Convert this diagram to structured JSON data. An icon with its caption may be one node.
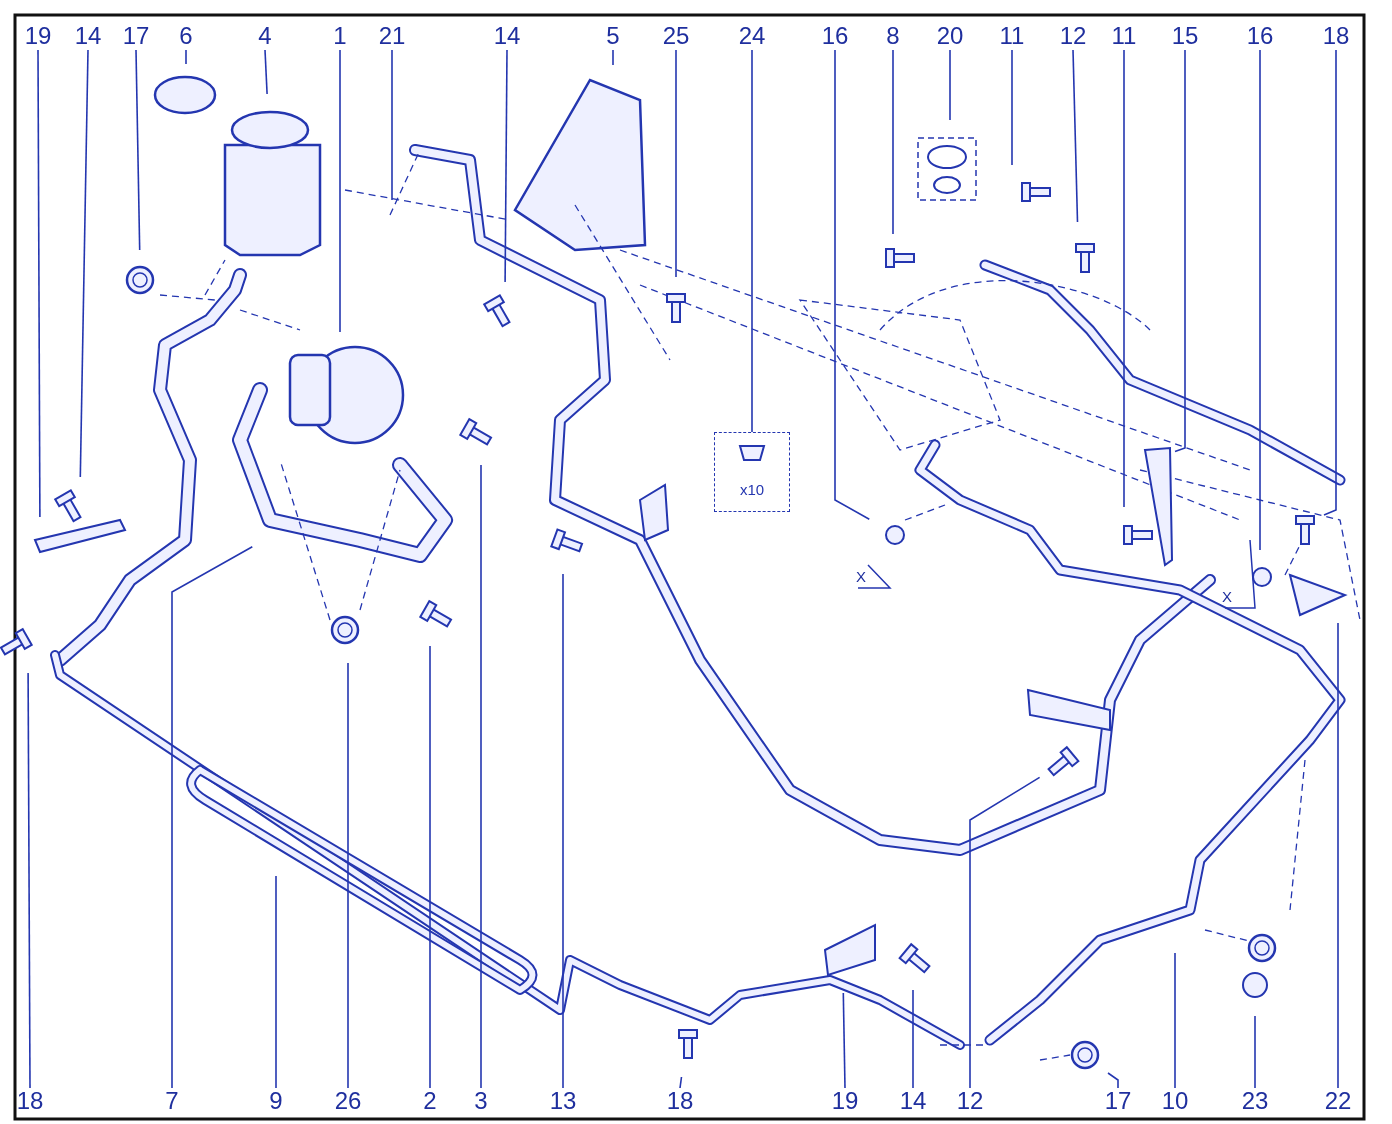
{
  "diagram": {
    "nodes": [
      {
        "text": [
          "19"
        ]
      },
      {
        "text": [
          "14"
        ]
      },
      {
        "text": [
          "17"
        ]
      },
      {
        "text": [
          "6"
        ]
      },
      {
        "text": [
          "4"
        ]
      },
      {
        "text": [
          "1"
        ]
      },
      {
        "text": [
          "21"
        ]
      },
      {
        "text": [
          "14"
        ]
      },
      {
        "text": [
          "5"
        ]
      },
      {
        "text": [
          "25"
        ]
      },
      {
        "text": [
          "24"
        ]
      },
      {
        "text": [
          "16"
        ]
      },
      {
        "text": [
          "8"
        ]
      },
      {
        "text": [
          "20"
        ]
      },
      {
        "text": [
          "11"
        ]
      },
      {
        "text": [
          "12"
        ]
      },
      {
        "text": [
          "11"
        ]
      },
      {
        "text": [
          "15"
        ]
      },
      {
        "text": [
          "16"
        ]
      },
      {
        "text": [
          "18"
        ]
      },
      {
        "text": [
          "18"
        ]
      },
      {
        "text": [
          "7"
        ]
      },
      {
        "text": [
          "9"
        ]
      },
      {
        "text": [
          "26"
        ]
      },
      {
        "text": [
          "2"
        ]
      },
      {
        "text": [
          "3"
        ]
      },
      {
        "text": [
          "13"
        ]
      },
      {
        "text": [
          "18"
        ]
      },
      {
        "text": [
          "19"
        ]
      },
      {
        "text": [
          "14"
        ]
      },
      {
        "text": [
          "12"
        ]
      },
      {
        "text": [
          "17"
        ]
      },
      {
        "text": [
          "10"
        ]
      },
      {
        "text": [
          "23"
        ]
      },
      {
        "text": [
          "22"
        ]
      },
      {
        "text": [
          "x10"
        ]
      }
    ],
    "edges": [
      {
        "from": 0,
        "to": null,
        "arrow": "none"
      },
      {
        "from": 1,
        "to": null,
        "arrow": "none"
      },
      {
        "from": 2,
        "to": null,
        "arrow": "none"
      },
      {
        "from": 3,
        "to": null,
        "arrow": "none"
      },
      {
        "from": 4,
        "to": null,
        "arrow": "none"
      },
      {
        "from": 5,
        "to": null,
        "arrow": "none"
      },
      {
        "from": 6,
        "to": null,
        "arrow": "none"
      },
      {
        "from": 7,
        "to": null,
        "arrow": "none"
      },
      {
        "from": 8,
        "to": null,
        "arrow": "none"
      },
      {
        "from": 9,
        "to": null,
        "arrow": "none"
      },
      {
        "from": 10,
        "to": 35,
        "arrow": "none"
      },
      {
        "from": 11,
        "to": null,
        "arrow": "none"
      },
      {
        "from": 12,
        "to": null,
        "arrow": "none"
      },
      {
        "from": 13,
        "to": null,
        "arrow": "none"
      },
      {
        "from": 14,
        "to": null,
        "arrow": "none"
      },
      {
        "from": 15,
        "to": null,
        "arrow": "none"
      },
      {
        "from": 16,
        "to": null,
        "arrow": "none"
      },
      {
        "from": 17,
        "to": null,
        "arrow": "none"
      },
      {
        "from": 18,
        "to": null,
        "arrow": "none"
      },
      {
        "from": 19,
        "to": null,
        "arrow": "none"
      },
      {
        "from": 20,
        "to": null,
        "arrow": "none"
      },
      {
        "from": 21,
        "to": null,
        "arrow": "none"
      },
      {
        "from": 22,
        "to": null,
        "arrow": "none"
      },
      {
        "from": 23,
        "to": null,
        "arrow": "none"
      },
      {
        "from": 24,
        "to": null,
        "arrow": "none"
      },
      {
        "from": 25,
        "to": null,
        "arrow": "none"
      },
      {
        "from": 26,
        "to": null,
        "arrow": "none"
      },
      {
        "from": 27,
        "to": null,
        "arrow": "none"
      },
      {
        "from": 28,
        "to": null,
        "arrow": "none"
      },
      {
        "from": 29,
        "to": null,
        "arrow": "none"
      },
      {
        "from": 30,
        "to": null,
        "arrow": "none"
      },
      {
        "from": 31,
        "to": null,
        "arrow": "none"
      },
      {
        "from": 32,
        "to": null,
        "arrow": "none"
      },
      {
        "from": 33,
        "to": null,
        "arrow": "none"
      },
      {
        "from": 34,
        "to": null,
        "arrow": "none"
      }
    ],
    "labels": [
      "X",
      "X"
    ]
  }
}
